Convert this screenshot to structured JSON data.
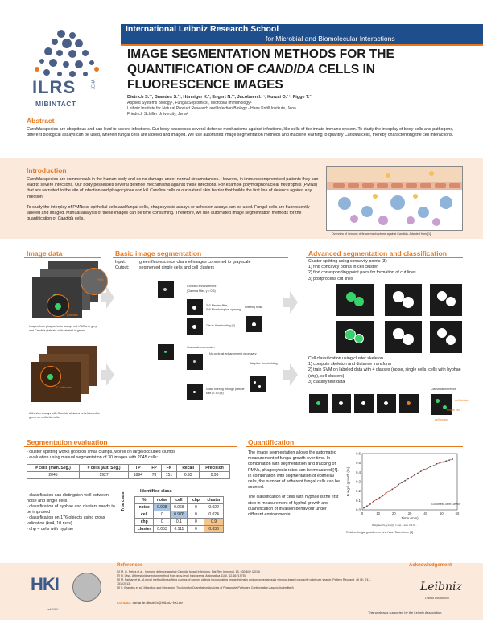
{
  "header": {
    "school": "International Leibniz Research School",
    "school_sub": "for Microbial and Biomolecular Interactions",
    "title_line1": "IMAGE SEGMENTATION METHODS FOR THE",
    "title_line2a": "QUANTIFICATION OF ",
    "title_line2b": "CANDIDA",
    "title_line2c": " CELLS IN",
    "title_line3": "FLUORESCENCE IMAGES",
    "authors": "Dietrich S.¹², Brandes S.¹², Hünniger K.³, Engert N.¹², Jacobsen I.¹⁴, Kurzai O.¹⁴, Figge T.¹²",
    "affil1": "Applied Systems Biology¹, Fungal Septomics³, Microbial Immunology⁴",
    "affil2": "Leibniz Institute for Natural Product Research and Infection Biology - Hans Knöll Institute, Jena",
    "affil3": "Friedrich Schiller University, Jena²",
    "logo_main": "ILRS",
    "logo_side": "JENA",
    "logo_sub": "MIBINTACT"
  },
  "abstract": {
    "title": "Abstract",
    "text_a": "Candida",
    "text_b": " species are ubiquitous and can lead to severe infections. Our body possesses several defence mechanisms against infections, like cells of the innate immune system. To study the interplay of body cells and pathogens, different biological assays can be used, wherein fungal cells are labeled and imaged. We use automated image segmentation methods and machine learning to quantify ",
    "text_c": "Candida",
    "text_d": " cells, thereby characterizing the cell interactions."
  },
  "intro": {
    "title": "Introduction",
    "p1_a": "Candida",
    "p1_b": " species are commensals in the human body and do no damage under normal circumstances. However, in immunocompromised patients they can lead to severe infections. Our body possesses several defence mechanisms against these infections. For example polymorphonuclear neutrophils (PMNs) that are recruited to the site of infection and phagocytose and kill ",
    "p1_c": "Candida",
    "p1_d": " cells or our natural skin barrier that builds the first line of defence against any infection.",
    "p2_a": "To study the interplay of PMNs or epithelial cells and fungal cells, phagocytosis assays or adhesion assays can be used. Fungal cells are fluorescently labeled and imaged. Manual analysis of these images can be time consuming. Therefore, we use automated image segmentation methods for the quantification of ",
    "p2_b": "Candida",
    "p2_c": " cells.",
    "caption": "Overview of immune defence mechanisms against Candida. Adapted from [1]"
  },
  "image_data": {
    "title": "Image data",
    "pmn_label": "PMN",
    "cg_label": "C. glabrata",
    "caption1": "Images from phagocytosis assays with PMNs in grey and Candida glabrata cells labeled in green.",
    "ca_label": "C. albicans",
    "caption2": "Adhesion assays with Candida albicans cells labeled in green on epithelial cells"
  },
  "basic": {
    "title": "Basic image segmentation",
    "input_k": "Input:",
    "input_v": "green fluorescence channel images converted to grayscale",
    "output_k": "Output:",
    "output_v": "segmented single cells and cell clusters",
    "step1": "Contrast enhancement",
    "step1b": "(Gamma filter, γ = 0.3)",
    "step2": "3x3 Median filter,",
    "step2b": "5x5 Morphological opening",
    "step2c": "Filtering noise",
    "step3": "Otsu's thresholding [2]",
    "step4": "Grayscale conversion",
    "step4b": "No contrast enhancement necessary",
    "step5": "Adaptive thresholding",
    "step6": "Noise filtering through particle size (< 40 px)"
  },
  "advanced": {
    "title": "Advanced segmentation and classification",
    "cl_head": "Cluster splitting using concavity points [3]:",
    "cl1": "1) find concavity points in cell cluster",
    "cl2": "2) find corresponding point pairs for formation of cut lines",
    "cl3": "3) postprocess cut lines",
    "cc_head": "Cell classification using cluster skeleton",
    "cc1": "1) compute skeleton and distance transform",
    "cc2": "2) train SVM on labeled data with 4 classes (noise, single cells, cells with hyphae (chp), cell clusters)",
    "cc3": "3) classify test data",
    "res_label": "Classification result",
    "lbl_cluster": "cell cluster",
    "lbl_single": "single cell",
    "lbl_noise": "cell noise"
  },
  "seg_eval": {
    "title": "Segmentation evaluation",
    "b1": "- cluster splitting works good on small clumps, worse on large/occluded clumps",
    "b2": "- evaluation using manual segmentation of 30 images with 2045 cells:",
    "headers": [
      "# cells (man. Seg.)",
      "# cells (aut. Seg.)",
      "TP",
      "FP",
      "FN",
      "Recall",
      "Precision"
    ],
    "row": [
      "2045",
      "1927",
      "1894",
      "78",
      "151",
      "0.93",
      "0.96"
    ],
    "c1": "- classification can distinguish well between noise and single cells",
    "c2": "- classification of hyphae and clusters needs to be improved",
    "c3": "- classification on 176 objects using cross validation (k=4, 10 runs)",
    "c4": "- chp = cells with hyphae",
    "conf_title": "Identified class",
    "conf_axis": "True class",
    "conf_headers": [
      "%",
      "noise",
      "cell",
      "chp",
      "cluster"
    ],
    "conf_rows": [
      [
        "noise",
        "0.908",
        "0.068",
        "0",
        "0.022"
      ],
      [
        "cell",
        "0",
        "0.976",
        "0",
        "0.024"
      ],
      [
        "chp",
        "0",
        "0.1",
        "0",
        "0.9"
      ],
      [
        "cluster",
        "0.053",
        "0.111",
        "0",
        "0.836"
      ]
    ]
  },
  "quant": {
    "title": "Quantification",
    "text": "The image segmentation allows the automated measurement of fungal growth over time. In combination with segmentation and tracking of PMNs, phagocytosis rates can be measured [4]. In combination with segmentation of epithelial cells, the number of adherent fungal cells can be counted.",
    "text2": "The classification of cells with hyphae is the first step in measurement of hyphal growth and quantification of invasion behaviour under different environmental",
    "ylabel": "Fungal growth (%)",
    "xlabel": "Time (min)",
    "gof": "Goodness of fit: 1e+00",
    "fitnote": "Weighted D₀(γ,k|μ(t)) = exp... sum ± 1.0 ...",
    "caption": "Relative fungal growth over one hour. Taken from [4]"
  },
  "chart_data": {
    "type": "scatter",
    "xlabel": "Time (min)",
    "ylabel": "Fungal growth (%)",
    "xlim": [
      0,
      60
    ],
    "ylim": [
      0,
      0.6
    ],
    "xticks": [
      "0",
      "10",
      "20",
      "30",
      "40",
      "50",
      "60"
    ],
    "yticks": [
      "0.0",
      "0.1",
      "0.2",
      "0.3",
      "0.4",
      "0.5",
      "0.6"
    ],
    "x": [
      1,
      3,
      5,
      7,
      9,
      11,
      13,
      15,
      17,
      19,
      21,
      23,
      25,
      27,
      29,
      31,
      33,
      35,
      37,
      39,
      41,
      43,
      45,
      47,
      49,
      51,
      53,
      55,
      57
    ],
    "y": [
      0.02,
      0.04,
      0.06,
      0.09,
      0.11,
      0.13,
      0.15,
      0.18,
      0.2,
      0.22,
      0.24,
      0.27,
      0.29,
      0.31,
      0.33,
      0.35,
      0.37,
      0.39,
      0.41,
      0.43,
      0.44,
      0.46,
      0.47,
      0.49,
      0.5,
      0.51,
      0.52,
      0.53,
      0.54
    ]
  },
  "references": {
    "title": "References",
    "r1": "[1] M. G. Netea et al., Immune defence against Candida fungal infections, Nat Rev Immunol, 15, 630-642 (2015)",
    "r2": "[2] N. Otsu, A threshold selection method from gray-level histograms, Automatica 11(1), 62-66 (1975)",
    "r3": "[3] M. Farhan et al., A novel method for splitting clumps of convex objects incorporating image intensity and using rectangular window-based concavity point-pair search, Pattern Recognit. 46 (3), 741-751 (2013)",
    "r4": "[4] S. Brandes et al., Migration and Interaction Tracking for Quantitative Analysis of Phagocyte-Pathogen Confrontation Assays (submitted)",
    "contact_k": "Contact:",
    "contact_v": "stefanie.dietrich@leibniz-hki.de"
  },
  "ack": {
    "title": "Acknowledgement",
    "support": "This work was supported by the Leibniz Association.",
    "leibniz": "Leibniz",
    "leibniz_sub": "Leibniz Association"
  },
  "logos": {
    "hki": "HKI",
    "hki_sub": "seit 1950"
  }
}
